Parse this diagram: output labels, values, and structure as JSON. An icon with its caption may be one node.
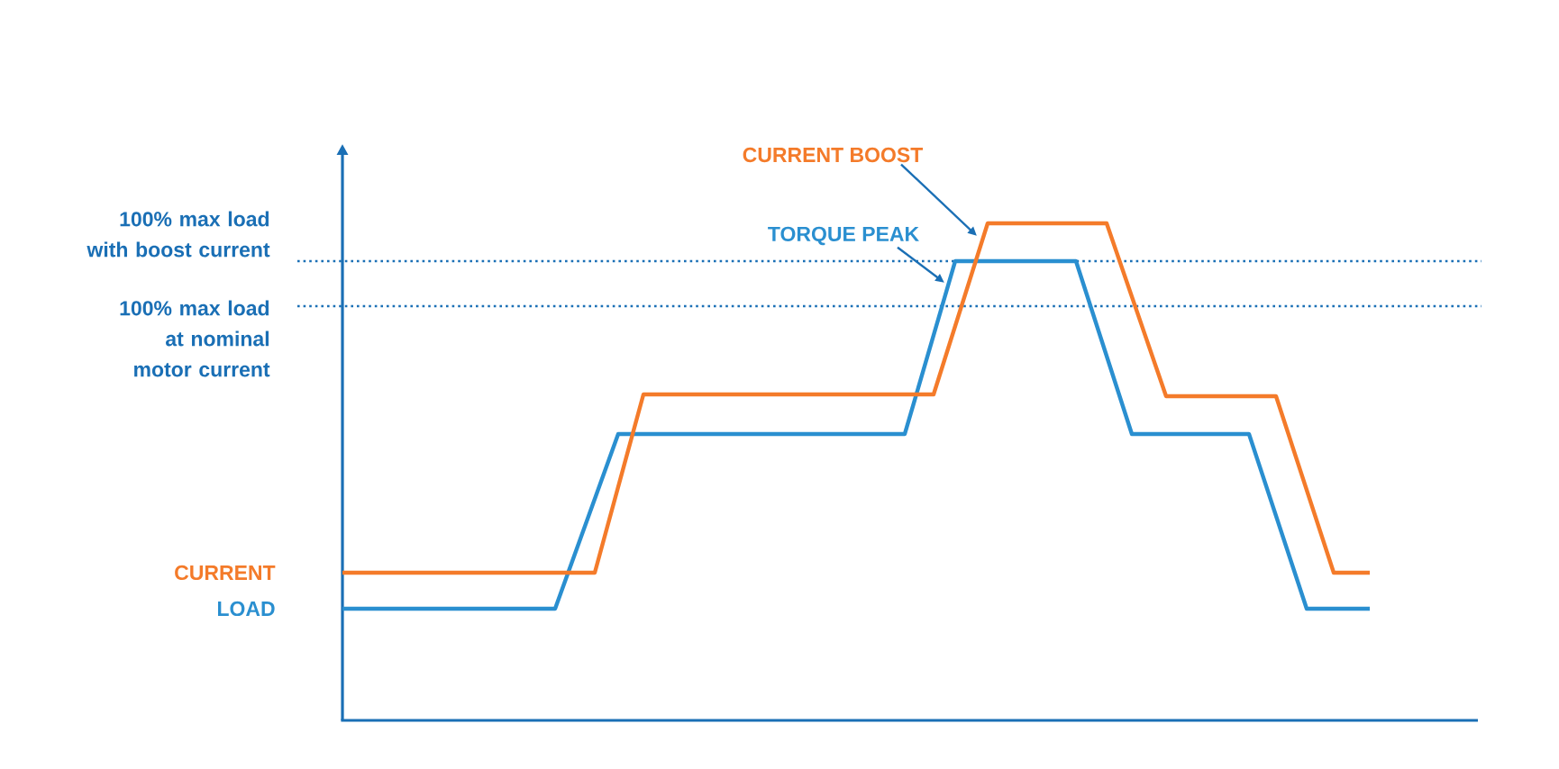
{
  "diagram": {
    "nodes": [
      {
        "text": [
          "CURRENT BOOST"
        ]
      },
      {
        "text": [
          "TORQUE PEAK"
        ]
      }
    ],
    "edges": [
      {
        "from": 0,
        "to": null,
        "arrow": "to"
      },
      {
        "from": 1,
        "to": null,
        "arrow": "to"
      }
    ],
    "labels": [
      "100% max load with boost current",
      "100% max load at nominal motor current",
      "CURRENT",
      "LOAD"
    ]
  }
}
